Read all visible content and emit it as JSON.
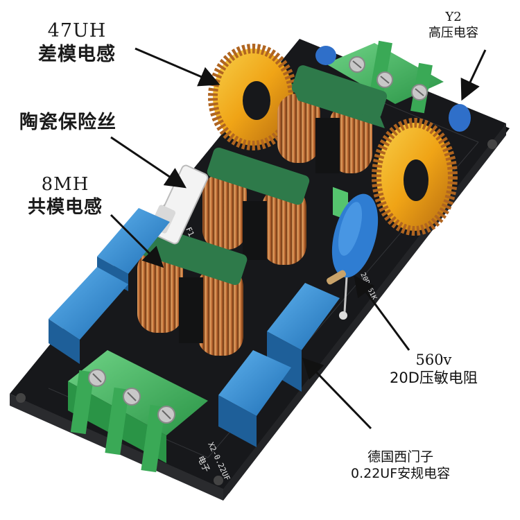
{
  "labels": {
    "dm_inductor": {
      "line1": "47UH",
      "line2": "差模电感"
    },
    "y2_capacitor": {
      "line1": "Y2",
      "line2": "高压电容"
    },
    "ceramic_fuse": {
      "line1": "陶瓷保险丝"
    },
    "cm_inductor": {
      "line1": "8MH",
      "line2": "共模电感"
    },
    "varistor": {
      "line1": "560v",
      "line2": "20D压敏电阻"
    },
    "x2_capacitor": {
      "line1": "德国西门子",
      "line2": "0.22UF安规电容"
    }
  },
  "silkscreen": {
    "cap_marking": "X2-0.22UF",
    "varistor_marking": "20D561K",
    "fuse_marking": "F1",
    "brand": "电子"
  },
  "colors": {
    "board": "#17181b",
    "terminal": "#3cb35a",
    "x2_cap": "#2f8fd6",
    "y2_cap": "#2f6fc9",
    "copper": "#c9743a",
    "ferrite_yellow": "#f2b41c",
    "sleeve": "#2e7a4a"
  }
}
